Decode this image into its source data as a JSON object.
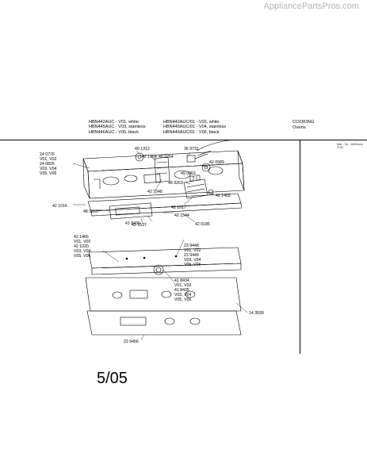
{
  "watermark": "AppliancePartsPros.com",
  "header": {
    "models_left": [
      "HBN442AUC - V01, white",
      "HBN445AUC - V03, stainless",
      "HBN446AUC - V05, black"
    ],
    "models_right": [
      "HBN442AUC/01 - V02, white",
      "HBN445AUC/01 - V04, stainless",
      "HBN446AUC/01 - V06, black"
    ],
    "category": [
      "COOKING",
      "Ovens"
    ],
    "material_note": [
      "Mat. - Nr. : 8000xxxx",
      "3740"
    ]
  },
  "labels": {
    "p240776": [
      "24 0776",
      "V01, V02",
      "24 0826",
      "V03, V04",
      "V05, V06"
    ],
    "p491312": "49 1312",
    "p369731": "36 9731",
    "p421464": "42 1464",
    "p489264": "48 9264",
    "p420989": "42 0989",
    "p490962": "49 0962",
    "p421548": "42 1548",
    "p489263a": "48 9263",
    "p489263b": "48 9263",
    "p421468": "42 1468",
    "p421016": "42 1016",
    "p421537": "42 1537",
    "p421017": "42 1017",
    "p421544": "42 1544",
    "p418430": "41 8430",
    "p420185": "42 0185",
    "p421466": [
      "42 1466",
      "V01, V02",
      "42 1020",
      "V03, V04",
      "V05, V06"
    ],
    "p239448": [
      "23 9448",
      "V01, V02",
      "23 9449",
      "V03, V04",
      "V05, V06"
    ],
    "p418434": [
      "41 8434",
      "V01, V02",
      "41 8435",
      "V03, V04",
      "V05, V06"
    ],
    "p143599": "14 3599",
    "p239456": "23 9456"
  },
  "footer": {
    "date": "5/05"
  }
}
